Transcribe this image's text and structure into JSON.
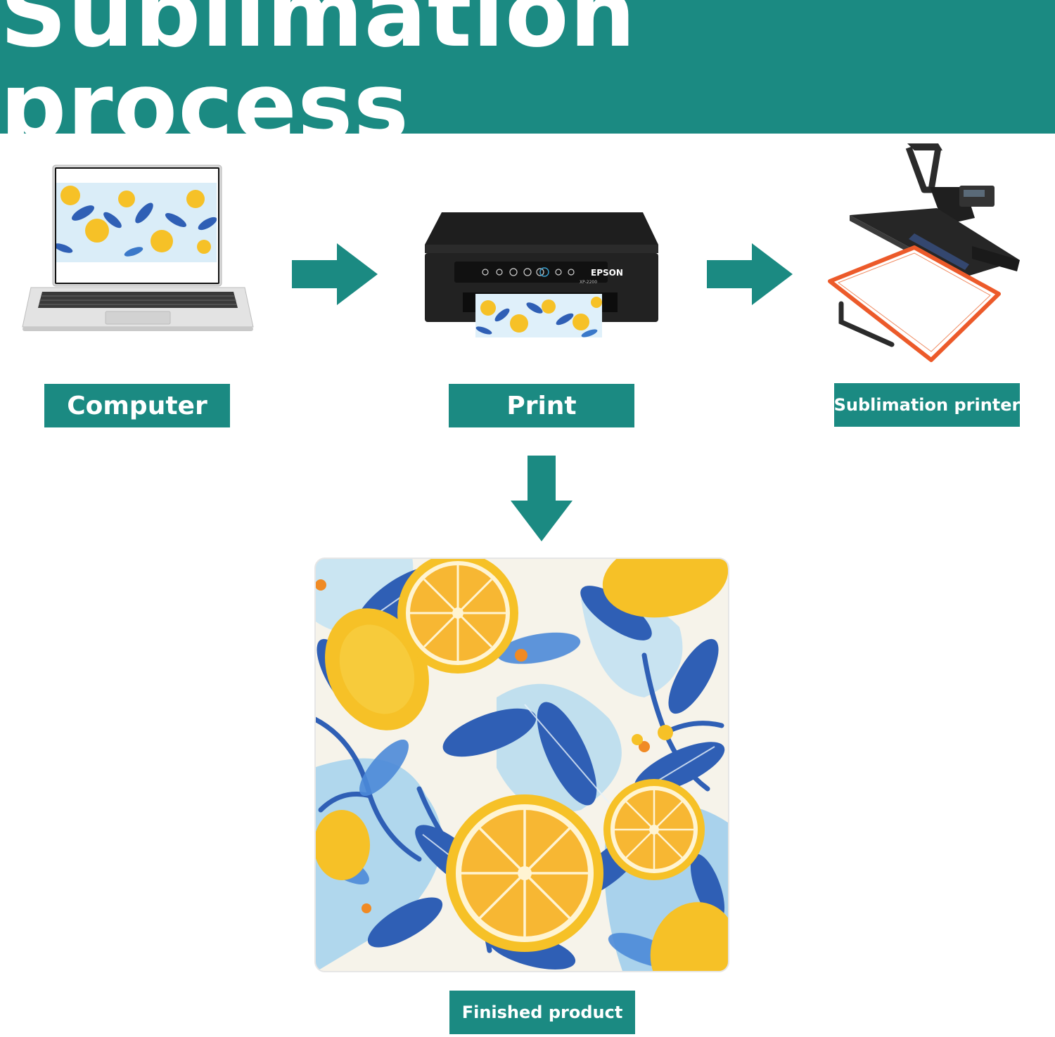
{
  "header": {
    "title": "Sublimation process"
  },
  "steps": {
    "computer": {
      "label": "Computer"
    },
    "print": {
      "label": "Print"
    },
    "press": {
      "label": "Sublimation printer"
    },
    "finished": {
      "label": "Finished product"
    }
  },
  "printer": {
    "brand": "EPSON",
    "model": "XP-2200"
  },
  "colors": {
    "teal": "#1b8a82",
    "lemon": "#f6c127",
    "blue": "#2f5fb5",
    "light_blue": "#9fd0ee",
    "press_frame": "#ec5a2a"
  }
}
